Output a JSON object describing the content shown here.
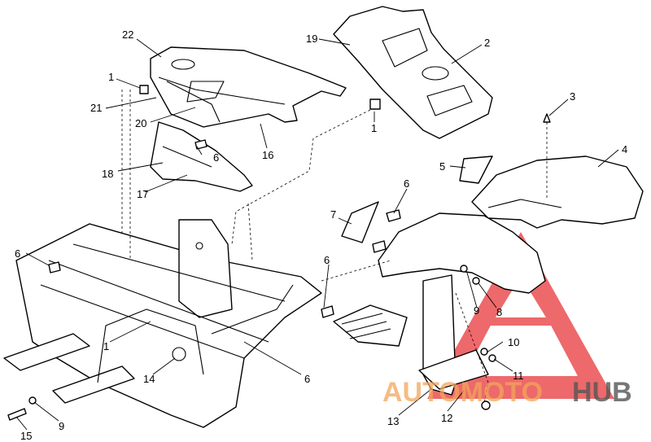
{
  "diagram": {
    "callouts": [
      "22",
      "19",
      "2",
      "1",
      "21",
      "20",
      "16",
      "6",
      "18",
      "17",
      "1",
      "3",
      "4",
      "5",
      "6",
      "7",
      "6",
      "6",
      "9",
      "8",
      "1",
      "10",
      "14",
      "6",
      "11",
      "15",
      "9",
      "13",
      "12"
    ]
  },
  "watermark": {
    "part1": "AUTOMOTO",
    "part2": "HUB",
    "color_triangle": "#e8373a",
    "color_text1": "#f2a65a",
    "color_text2": "#555555"
  }
}
